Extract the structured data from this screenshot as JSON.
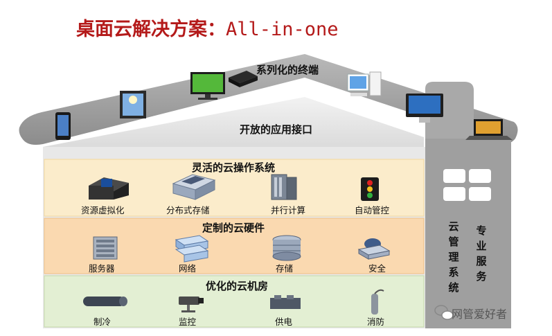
{
  "title": {
    "main": "桌面云解决方案：",
    "en": "All-in-one"
  },
  "roof": {
    "terminals_label": "系列化的终端",
    "api_label": "开放的应用接口"
  },
  "sections": [
    {
      "title": "灵活的云操作系统",
      "color": "#fbeccb",
      "items": [
        "资源虚拟化",
        "分布式存储",
        "并行计算",
        "自动管控"
      ]
    },
    {
      "title": "定制的云硬件",
      "color": "#fad9b0",
      "items": [
        "服务器",
        "网络",
        "存储",
        "安全"
      ]
    },
    {
      "title": "优化的云机房",
      "color": "#e3efd3",
      "items": [
        "制冷",
        "监控",
        "供电",
        "消防"
      ]
    }
  ],
  "side": {
    "mgmt": "云管理系统",
    "service": "专业服务"
  },
  "watermark": "网管爱好者"
}
